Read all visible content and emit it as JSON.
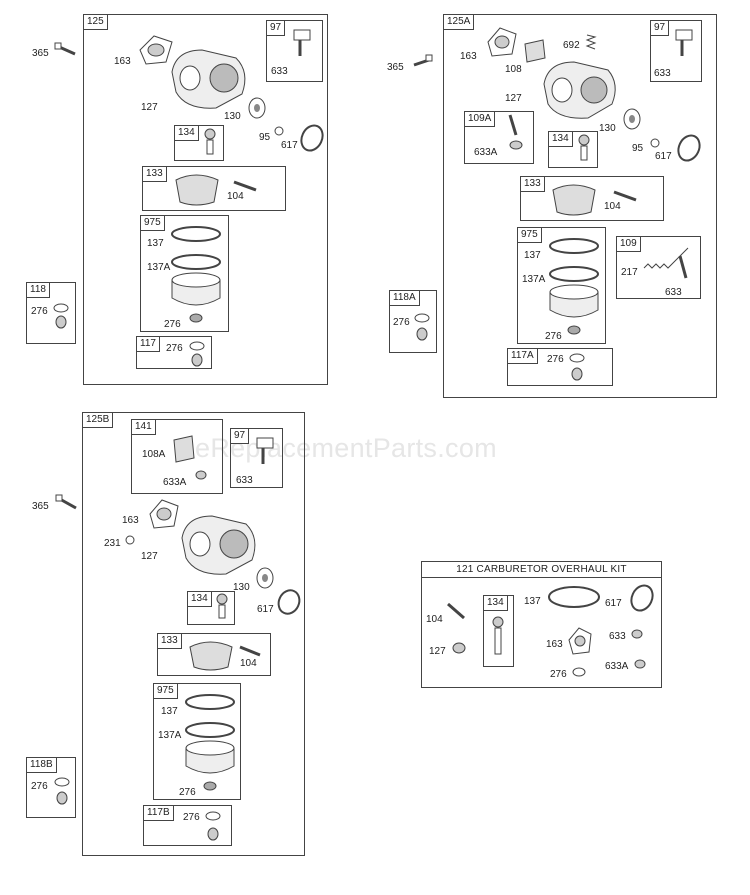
{
  "watermark": "eReplacementParts.com",
  "assemblies": {
    "a125": {
      "tag": "125",
      "p365": "365",
      "p163": "163",
      "p127": "127",
      "p130": "130",
      "p95": "95",
      "p617": "617",
      "k97": "97",
      "k97_633": "633",
      "k134": "134",
      "k133": "133",
      "k133_104": "104",
      "k975": "975",
      "k975_137": "137",
      "k975_137A": "137A",
      "k975_276": "276",
      "k117": "117",
      "k117_276": "276",
      "k118": "118",
      "k118_276": "276"
    },
    "a125A": {
      "tag": "125A",
      "p365": "365",
      "p163": "163",
      "p108": "108",
      "p692": "692",
      "p127": "127",
      "p130": "130",
      "p95": "95",
      "p617": "617",
      "k97": "97",
      "k97_633": "633",
      "k109A": "109A",
      "k109A_633A": "633A",
      "k134": "134",
      "k133": "133",
      "k133_104": "104",
      "k975": "975",
      "k975_137": "137",
      "k975_137A": "137A",
      "k975_276": "276",
      "k109": "109",
      "k109_217": "217",
      "k109_633": "633",
      "k117A": "117A",
      "k117A_276": "276",
      "k118A": "118A",
      "k118A_276": "276"
    },
    "a125B": {
      "tag": "125B",
      "p365": "365",
      "p163": "163",
      "p231": "231",
      "p127": "127",
      "p130": "130",
      "p617": "617",
      "k141": "141",
      "k141_108A": "108A",
      "k141_633A": "633A",
      "k97": "97",
      "k97_633": "633",
      "k134": "134",
      "k133": "133",
      "k133_104": "104",
      "k975": "975",
      "k975_137": "137",
      "k975_137A": "137A",
      "k975_276": "276",
      "k117B": "117B",
      "k117B_276": "276",
      "k118B": "118B",
      "k118B_276": "276"
    }
  },
  "kit": {
    "title": "121 CARBURETOR OVERHAUL KIT",
    "p104": "104",
    "p127": "127",
    "k134": "134",
    "p137": "137",
    "p617": "617",
    "p163": "163",
    "p633": "633",
    "p633A": "633A",
    "p276": "276"
  }
}
